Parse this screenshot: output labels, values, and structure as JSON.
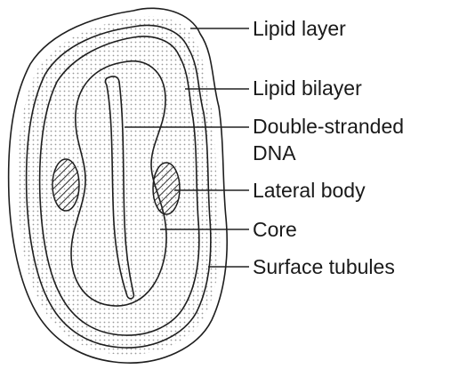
{
  "diagram": {
    "labels": {
      "lipid_layer": "Lipid layer",
      "lipid_bilayer": "Lipid bilayer",
      "double_stranded_line1": "Double-stranded",
      "double_stranded_line2": "DNA",
      "lateral_body": "Lateral body",
      "core": "Core",
      "surface_tubules": "Surface tubules"
    },
    "colors": {
      "stroke": "#1e1e1e",
      "hatch": "#333333",
      "background": "#ffffff"
    }
  }
}
